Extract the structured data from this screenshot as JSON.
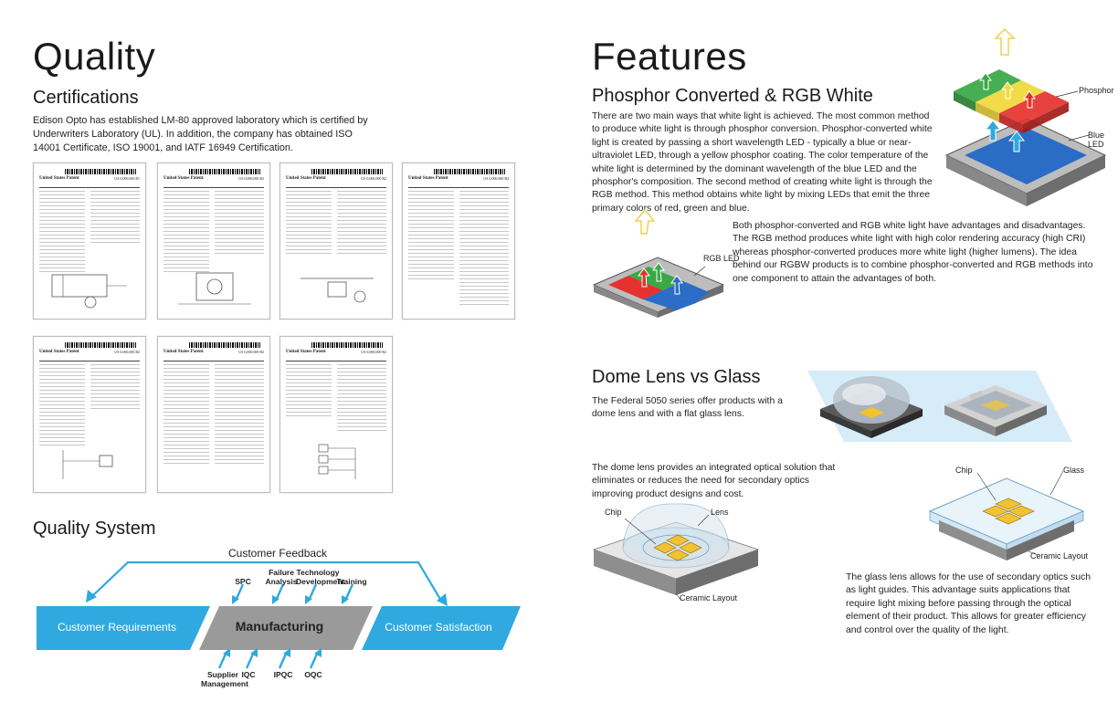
{
  "left": {
    "title": "Quality",
    "certifications": {
      "heading": "Certifications",
      "body": "Edison Opto has established LM-80 approved laboratory which is certified by Underwriters Laboratory (UL). In addition, the company has obtained ISO 14001 Certificate, ISO 19001, and IATF 16949 Certification."
    },
    "patents": [
      {
        "title": "United States Patent",
        "number": "US 0,000,000 B1"
      },
      {
        "title": "United States Patent",
        "number": "US 0,000,000 B2"
      },
      {
        "title": "United States Patent",
        "number": "US 0,000,000 B2"
      },
      {
        "title": "United States Patent",
        "number": "US 0,000,000 B2"
      },
      {
        "title": "United States Patent",
        "number": "US 0,000,000 B2"
      },
      {
        "title": "United States Patent",
        "number": "US 0,000,000 B2"
      },
      {
        "title": "United States Patent",
        "number": "US 0,000,000 B2"
      }
    ],
    "quality_system": {
      "heading": "Quality System",
      "feedback": "Customer Feedback",
      "requirements": "Customer Requirements",
      "manufacturing": "Manufacturing",
      "satisfaction": "Customer Satisfaction",
      "top_inputs": [
        "SPC",
        "Failure Analysis",
        "Technology Development",
        "Training"
      ],
      "bottom_inputs": [
        "Supplier Management",
        "IQC",
        "IPQC",
        "OQC"
      ],
      "colors": {
        "blue": "#2fa9df",
        "gray": "#9a9a9a"
      }
    }
  },
  "right": {
    "title": "Features",
    "phosphor": {
      "heading": "Phosphor Converted & RGB White",
      "body": "There are two main ways that white light is achieved. The most common method to produce white light is through phosphor conversion. Phosphor-converted white light is created by passing a short wavelength LED - typically a blue or near-ultraviolet LED, through a yellow phosphor coating. The color temperature of the white light is determined by the dominant wavelength of the blue LED and the phosphor's composition. The second method of creating white light is through the RGB method. This method obtains white light by mixing LEDs that emit the three primary colors of red, green and blue.",
      "body2": "Both phosphor-converted and RGB white light have advantages and disadvantages. The RGB method produces white light with high color rendering accuracy (high CRI) whereas phosphor-converted produces more white light (higher lumens). The idea behind our RGBW products is to combine phosphor-converted and RGB methods into one component to attain the advantages of both.",
      "label_phosphor": "Phosphor",
      "label_blue_led": "Blue LED",
      "label_rgb_led": "RGB LED"
    },
    "dome": {
      "heading": "Dome Lens vs Glass",
      "intro": "The Federal 5050 series offer products with a dome lens and with a flat glass lens.",
      "dome_text": "The dome lens provides an integrated optical solution that eliminates or reduces the need for secondary optics improving product designs and cost.",
      "glass_text": "The glass lens allows for the use of secondary optics such as light guides. This advantage suits applications that require light mixing before passing through the optical element of their product. This allows for greater efficiency and control over the quality of the light.",
      "label_chip": "Chip",
      "label_lens": "Lens",
      "label_ceramic": "Ceramic Layout",
      "label_chip2": "Chip",
      "label_glass": "Glass",
      "label_ceramic2": "Ceramic Layout"
    }
  }
}
